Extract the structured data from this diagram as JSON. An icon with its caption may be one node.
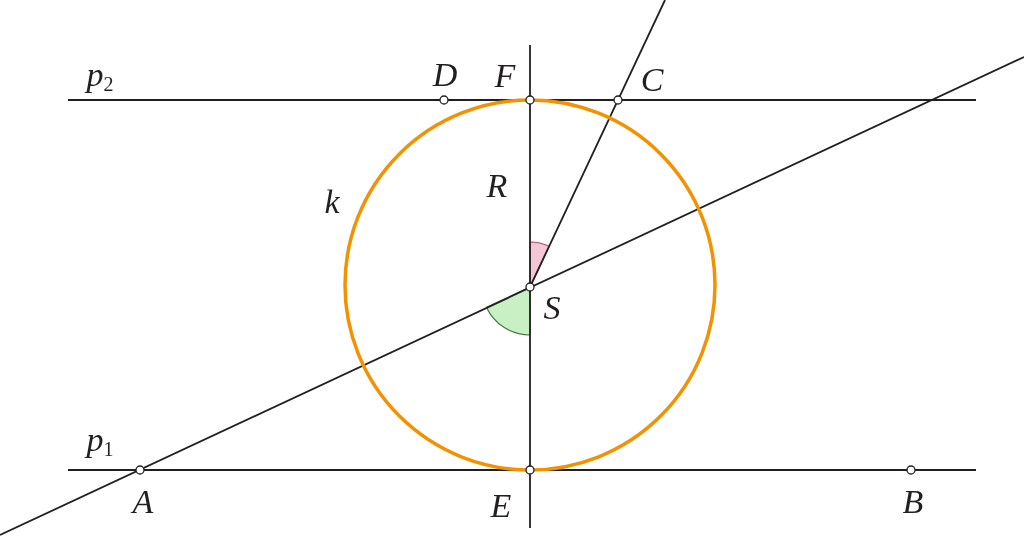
{
  "diagram": {
    "labels": [
      "p$_{2}$",
      "D",
      "F",
      "C",
      "k",
      "R",
      "S",
      "p$_{1}$",
      "A",
      "E",
      "B"
    ]
  }
}
